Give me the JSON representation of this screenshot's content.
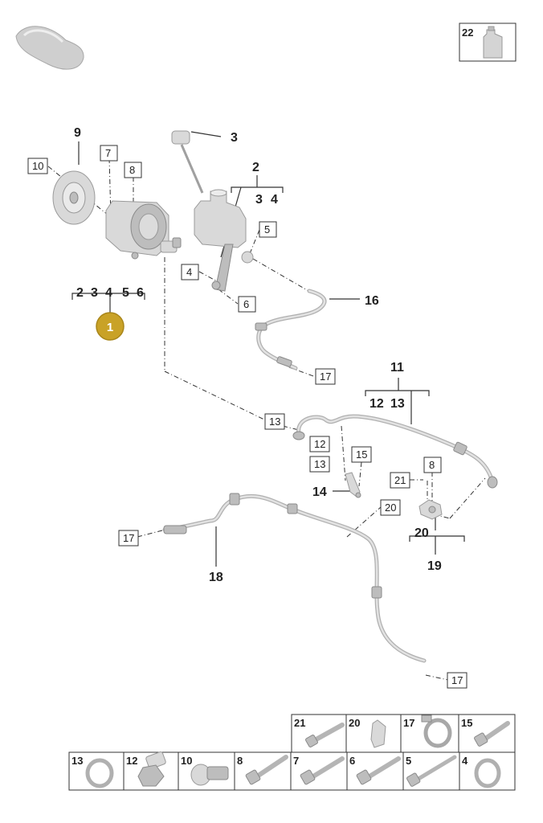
{
  "labels": {
    "n1": "1",
    "n2": "2",
    "n3": "3",
    "n3b": "3",
    "n4": "4",
    "n4b": "4",
    "n5": "5",
    "n6": "6",
    "n9": "9",
    "n11": "11",
    "n12": "12",
    "n13": "13",
    "n14": "14",
    "n16": "16",
    "n18": "18",
    "n19": "19",
    "n20": "20"
  },
  "boxes": {
    "b4": "4",
    "b5": "5",
    "b6": "6",
    "b7": "7",
    "b8a": "8",
    "b8b": "8",
    "b10": "10",
    "b12": "12",
    "b13a": "13",
    "b13b": "13",
    "b15": "15",
    "b17a": "17",
    "b17b": "17",
    "b17c": "17",
    "b20": "20",
    "b21": "21",
    "b22": "22"
  },
  "thumbnails_top": [
    "21",
    "20",
    "17",
    "15"
  ],
  "thumbnails_bottom": [
    "13",
    "12",
    "10",
    "8",
    "7",
    "6",
    "5",
    "4"
  ],
  "colors": {
    "badge": "#c9a227",
    "badge_ring": "#a9861a",
    "part": "#d9d9d9"
  }
}
